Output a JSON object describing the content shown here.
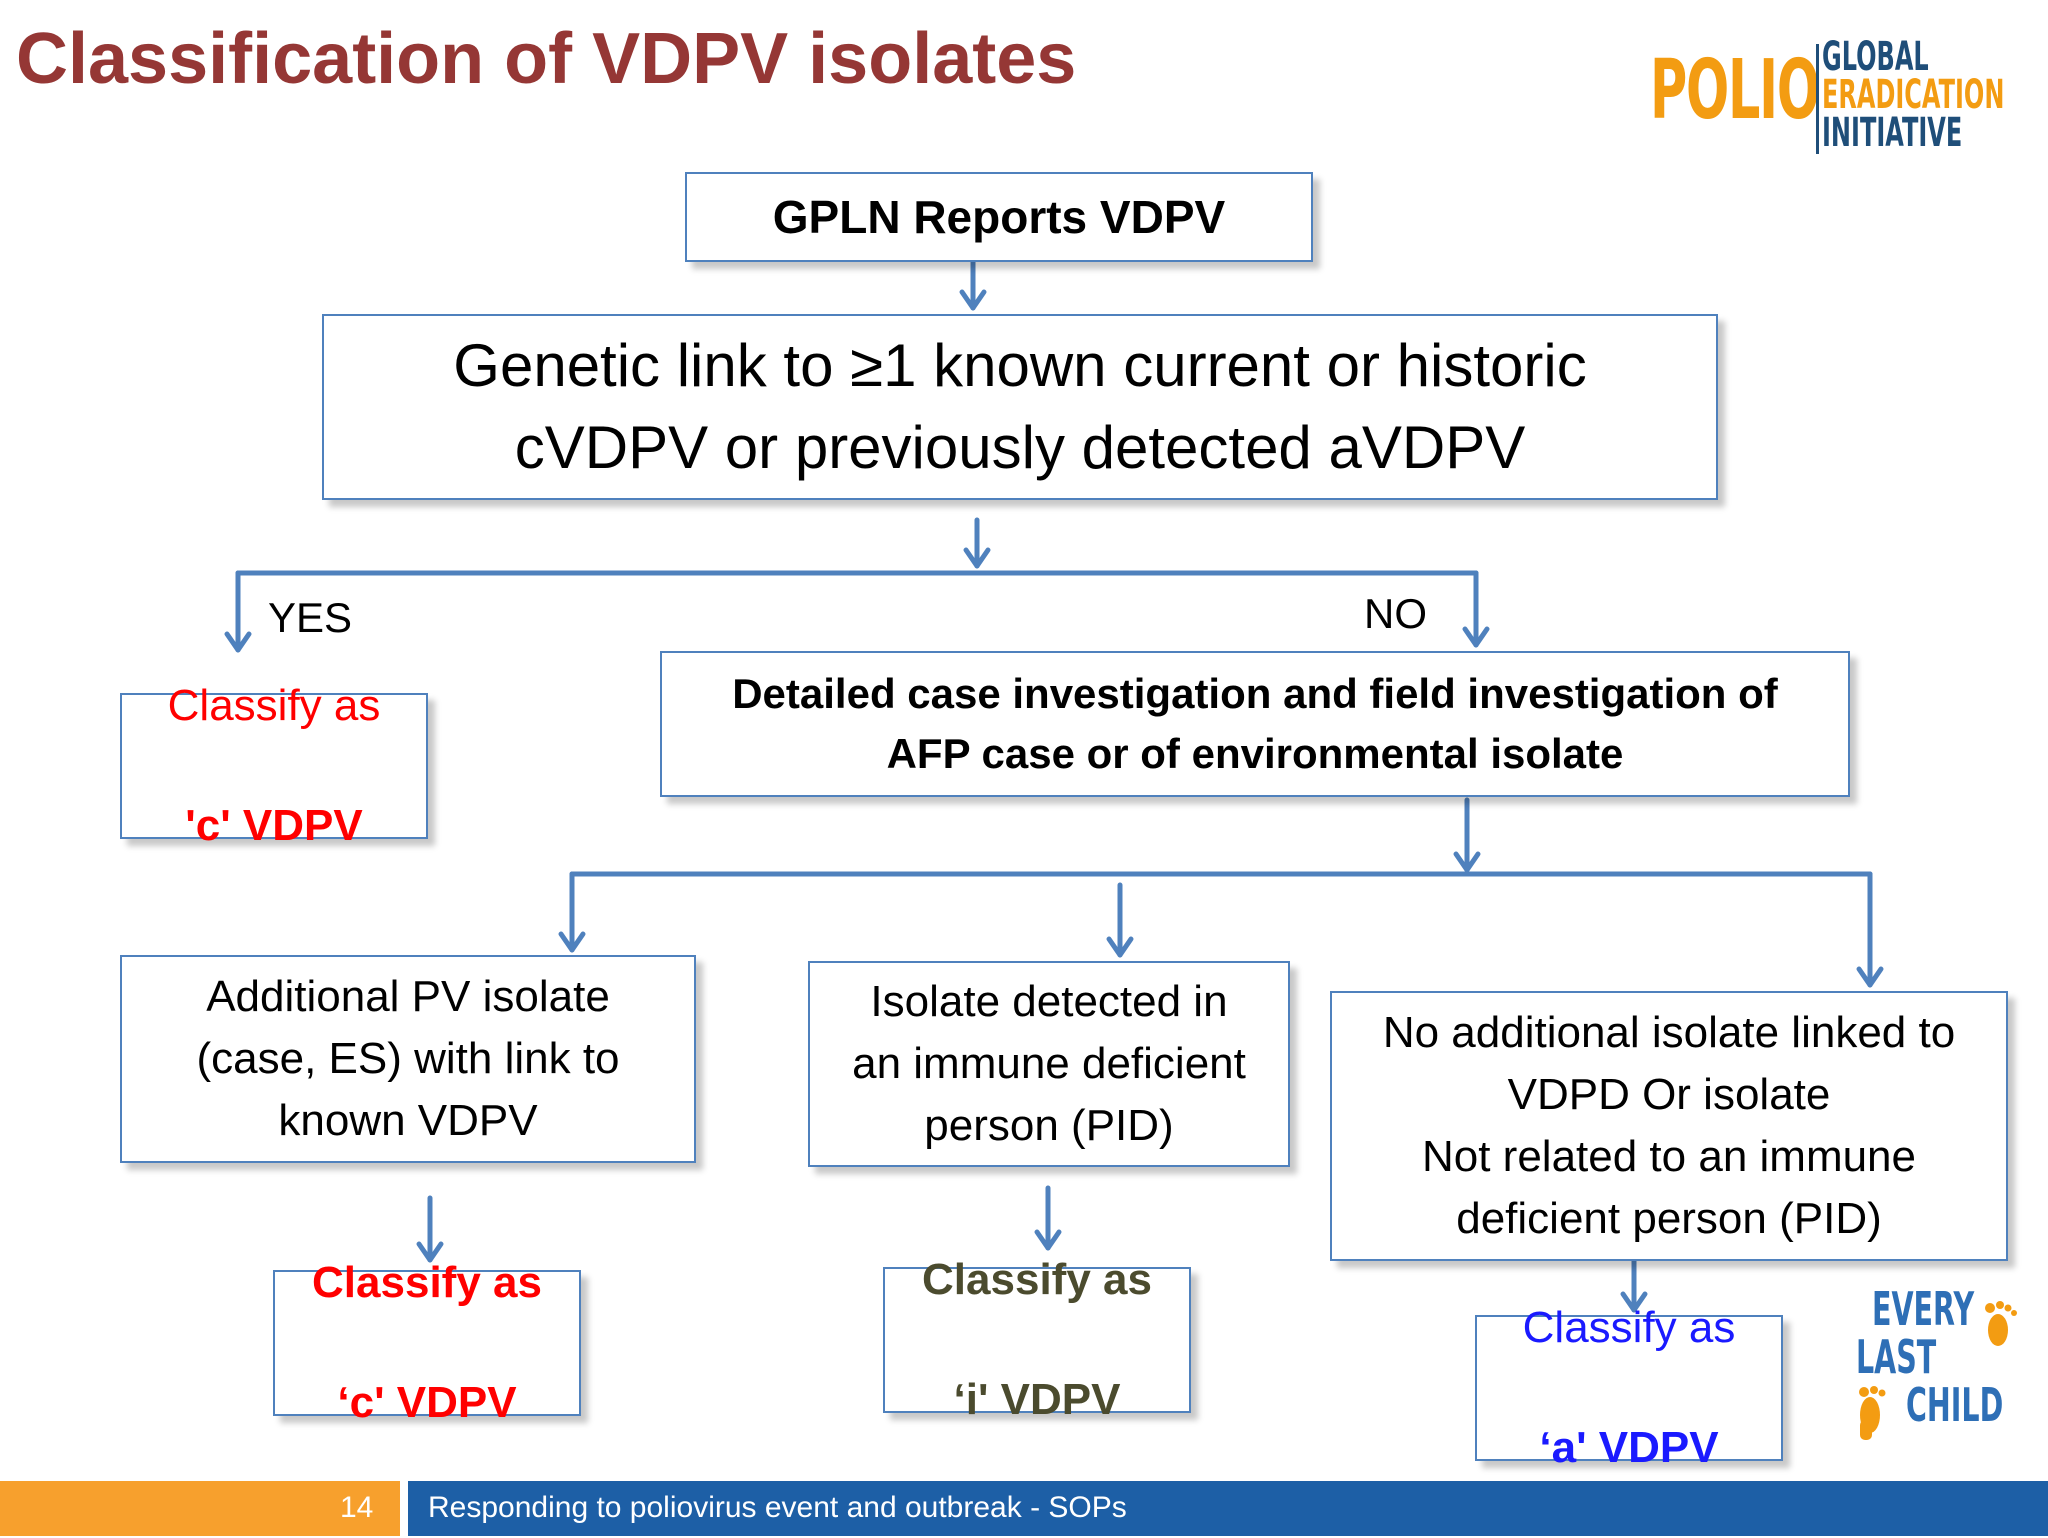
{
  "slide": {
    "title": "Classification of VDPV isolates",
    "page_number": "14",
    "footer_text": "Responding to poliovirus event and outbreak - SOPs"
  },
  "logo": {
    "word": "POLIO",
    "line1": "GLOBAL",
    "line2": "ERADICATION",
    "line3": "INITIATIVE"
  },
  "campaign_logo": {
    "line1": "EVERY",
    "line2": "LAST",
    "line3": "CHILD"
  },
  "flowchart": {
    "gpln": "GPLN Reports VDPV",
    "genetic_link": "Genetic link to ≥1 known current or historic\ncVDPV or previously detected aVDPV",
    "yes_label": "YES",
    "no_label": "NO",
    "classify_c_top": {
      "line1": "Classify as",
      "line2": "'c' VDPV"
    },
    "detailed_investigation": "Detailed case investigation and field investigation of\nAFP case or of environmental isolate",
    "additional_isolate": "Additional PV isolate\n(case, ES) with link to\nknown VDPV",
    "immune_deficient": "Isolate detected in\nan immune deficient\nperson (PID)",
    "no_additional": "No additional isolate linked to\nVDPD Or isolate\nNot related to an immune\ndeficient person  (PID)",
    "classify_c_bottom": {
      "line1": "Classify as",
      "line2": "‘c' VDPV"
    },
    "classify_i": {
      "line1": "Classify as",
      "line2": "‘i' VDPV"
    },
    "classify_a": {
      "line1": "Classify as",
      "line2": "‘a' VDPV"
    }
  },
  "colors": {
    "title": "#953735",
    "box_border": "#4f81bd",
    "arrow": "#4f81bd",
    "classify_c": "#ff0000",
    "classify_i": "#4b4b2e",
    "classify_a": "#1a1aff",
    "footer_orange": "#f7a02d",
    "footer_blue": "#1d5fa6"
  }
}
